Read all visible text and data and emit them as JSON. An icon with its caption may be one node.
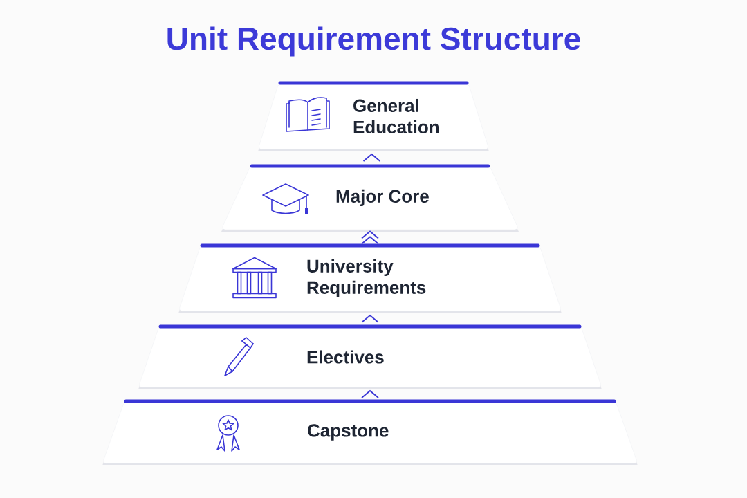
{
  "diagram": {
    "title": "Unit Requirement Structure",
    "nodes": [
      {
        "text": [
          "General Education"
        ]
      },
      {
        "text": [
          "Major Core"
        ]
      },
      {
        "text": [
          "University Requirements"
        ]
      },
      {
        "text": [
          "Electives"
        ]
      },
      {
        "text": [
          "Capstone"
        ]
      }
    ],
    "edges": [
      {
        "from": 1,
        "to": 0,
        "arrow": "to"
      },
      {
        "from": 2,
        "to": 1,
        "arrow": "to"
      },
      {
        "from": 3,
        "to": 2,
        "arrow": "to"
      },
      {
        "from": 4,
        "to": 3,
        "arrow": "to"
      }
    ]
  }
}
